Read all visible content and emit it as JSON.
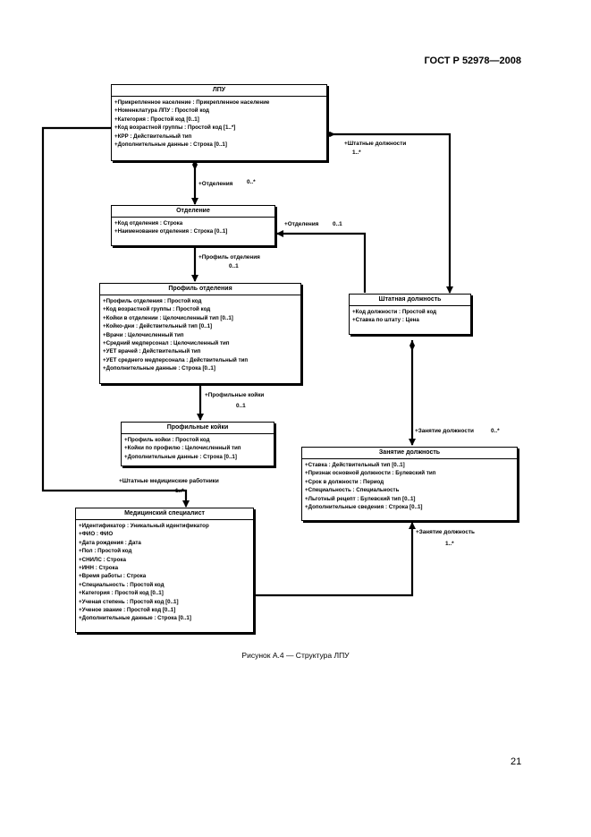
{
  "header": {
    "doc_code": "ГОСТ Р 52978—2008"
  },
  "classes": {
    "lpu": {
      "title": "ЛПУ",
      "attributes": [
        "+Прикрепленное население : Прикрепленное население",
        "+Номенклатура ЛПУ : Простой код",
        "+Категория : Простой код [0..1]",
        "+Код возрастной группы : Простой код [1..*]",
        "+КРР : Действительный тип",
        "+Дополнительные данные : Строка [0..1]"
      ]
    },
    "otdelenie": {
      "title": "Отделение",
      "attributes": [
        "+Код отделения : Строка",
        "+Наименование отделения : Строка [0..1]"
      ]
    },
    "profil": {
      "title": "Профиль отделения",
      "attributes": [
        "+Профиль отделения : Простой код",
        "+Код возрастной группы : Простой код",
        "+Койки в отделении : Целочисленный тип [0..1]",
        "+Койко-дни : Действительный тип [0..1]",
        "+Врачи : Целочисленный тип",
        "+Средний медперсонал : Целочисленный тип",
        "+УЕТ врачей : Действительный тип",
        "+УЕТ среднего медперсонала : Действительный тип",
        "+Дополнительные данные : Строка [0..1]"
      ]
    },
    "koyki": {
      "title": "Профильные койки",
      "attributes": [
        "+Профиль койки : Простой код",
        "+Койки по профилю : Целочисленный тип",
        "+Дополнительные данные : Строка [0..1]"
      ]
    },
    "shtat": {
      "title": "Штатная должность",
      "attributes": [
        "+Код должности : Простой код",
        "+Ставка по штату : Цена"
      ]
    },
    "zanyatie": {
      "title": "Занятие должность",
      "attributes": [
        "+Ставка : Действительный тип [0..1]",
        "+Признак основной должности : Булевский тип",
        "+Срок в должности : Период",
        "+Специальность : Специальность",
        "+Льготный рецепт : Булевский тип [0..1]",
        "+Дополнительные сведения : Строка [0..1]"
      ]
    },
    "medspec": {
      "title": "Медицинский специалист",
      "attributes": [
        "+Идентификатор : Уникальный идентификатор",
        "+ФИО : ФИО",
        "+Дата рождения : Дата",
        "+Пол : Простой код",
        "+СНИЛС : Строка",
        "+ИНН : Строка",
        "+Время работы : Строка",
        "+Специальность : Простой код",
        "+Категория : Простой код [0..1]",
        "+Ученая степень : Простой код [0..1]",
        "+Ученое звание : Простой код [0..1]",
        "+Дополнительные данные : Строка [0..1]"
      ]
    }
  },
  "associations": {
    "otdeleniya": {
      "role": "+Отделения",
      "mult": "0..*"
    },
    "profil_otdeleniya": {
      "role": "+Профиль отделения",
      "mult": "0..1"
    },
    "profilnye_koyki": {
      "role": "+Профильные койки",
      "mult": "0..1"
    },
    "shtatnye_dolzhnosti": {
      "role": "+Штатные должности",
      "mult": "1..*"
    },
    "otdeleniya_shtat": {
      "role": "+Отделения",
      "mult": "0..1"
    },
    "zanyatie_dolzhnosti": {
      "role": "+Занятие должности",
      "mult": "0..*"
    },
    "shtatnye_med_rabotniki": {
      "role": "+Штатные медицинские работники",
      "mult": "1..*"
    },
    "zanyatie_dolzhnost": {
      "role": "+Занятие должность",
      "mult": "1..*"
    }
  },
  "caption": "Рисунок А.4 — Структура ЛПУ",
  "page_number": "21"
}
